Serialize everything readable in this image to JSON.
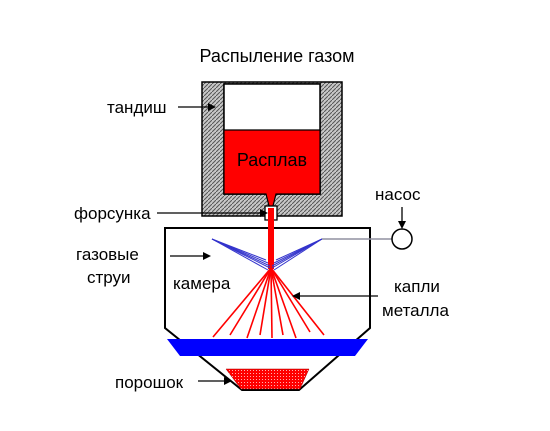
{
  "title": "Распыление газом",
  "labels": {
    "tundish": "тандиш",
    "melt": "Расплав",
    "nozzle": "форсунка",
    "pump": "насос",
    "gas_jets_line1": "газовые",
    "gas_jets_line2": "струи",
    "chamber": "камера",
    "droplets_line1": "капли",
    "droplets_line2": "металла",
    "powder": "порошок"
  },
  "colors": {
    "melt": "#ff0000",
    "powder_layer": "#0000ff",
    "gas_jets": "#3333cc",
    "droplet_lines": "#ff0000",
    "tundish_wall": "#a0a0a0",
    "outline": "#000000"
  }
}
